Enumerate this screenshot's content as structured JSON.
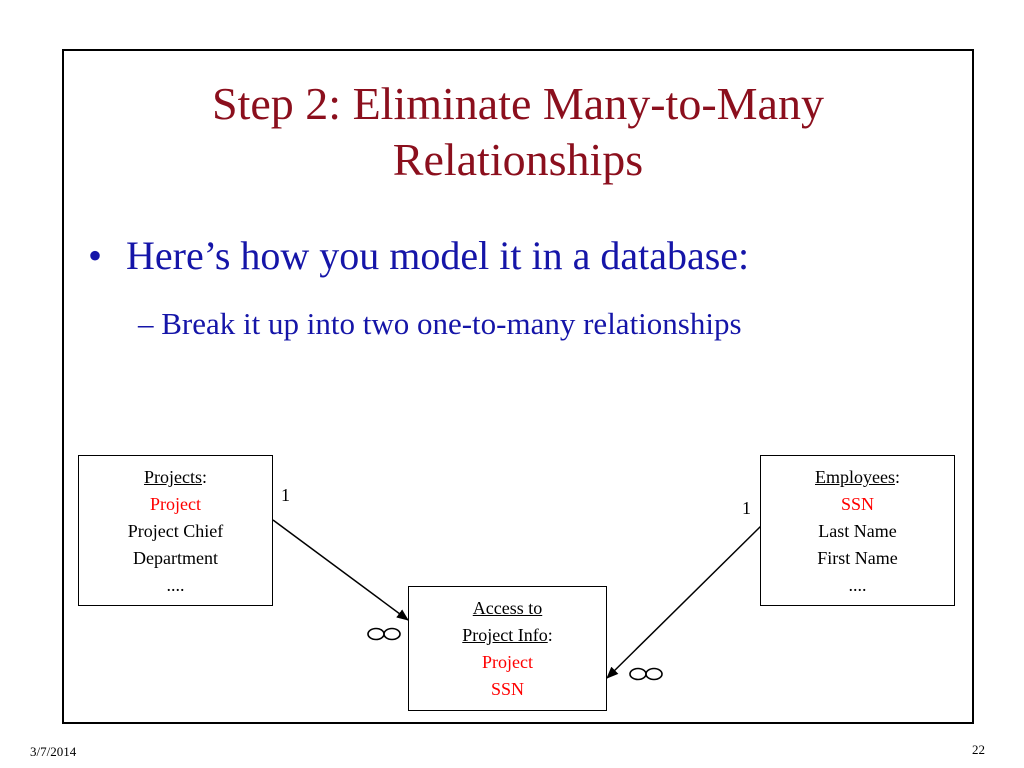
{
  "slide": {
    "title_line1": "Step 2:  Eliminate Many-to-Many",
    "title_line2": "Relationships",
    "bullet": "Here’s how you model it in a database:",
    "subbullet": "– Break it up into two one-to-many relationships",
    "date": "3/7/2014",
    "page_number": "22",
    "colors": {
      "title": "#8b0f1d",
      "bullet": "#1515a8",
      "key_field": "#ff0000"
    }
  },
  "diagram": {
    "projects": {
      "name": "Projects",
      "colon": ":",
      "key": "Project",
      "fields": [
        "Project Chief",
        "Department",
        "...."
      ]
    },
    "employees": {
      "name": "Employees",
      "colon": ":",
      "key": "SSN",
      "fields": [
        "Last Name",
        "First Name",
        "...."
      ]
    },
    "access": {
      "name_line1": "Access to",
      "name_line2": "Project Info",
      "colon": ":",
      "keys": [
        "Project",
        "SSN"
      ]
    },
    "cardinality": {
      "projects_side": "1",
      "employees_side": "1",
      "many_symbol": "infinity-icon"
    }
  }
}
